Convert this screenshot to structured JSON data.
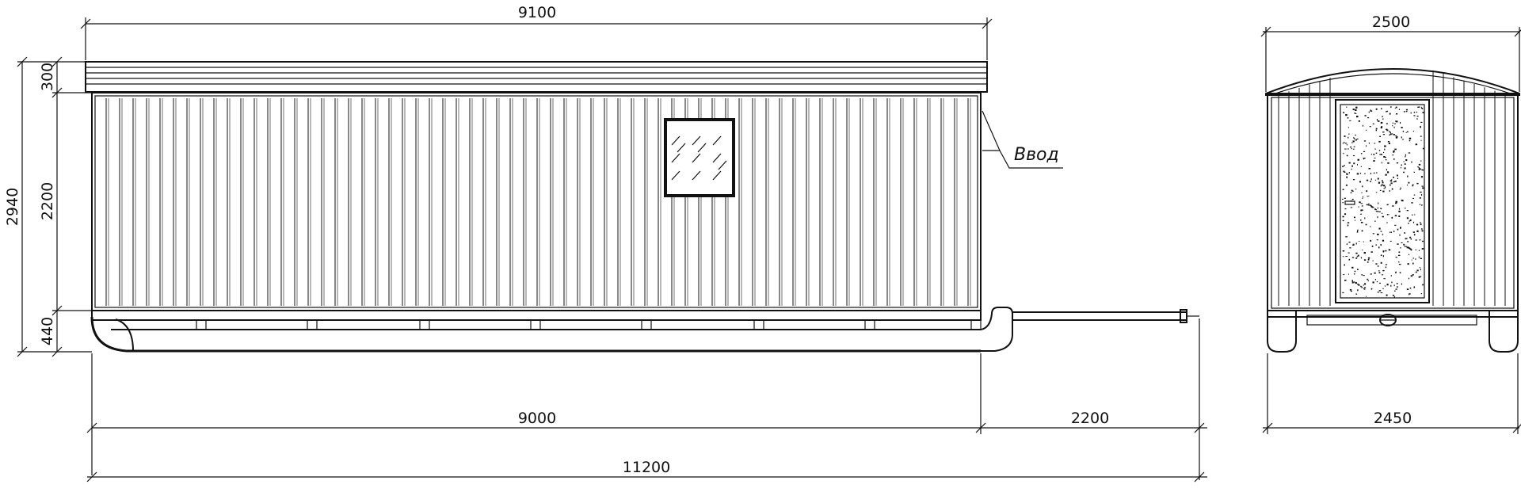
{
  "dimensions": {
    "top_overall_width": "9100",
    "roof_height": "300",
    "wall_height": "2200",
    "overall_height": "2940",
    "sled_height": "440",
    "body_length": "9000",
    "drawbar_length": "2200",
    "total_length": "11200",
    "end_top_width": "2500",
    "end_bottom_width": "2450"
  },
  "labels": {
    "entrance": "Ввод"
  }
}
